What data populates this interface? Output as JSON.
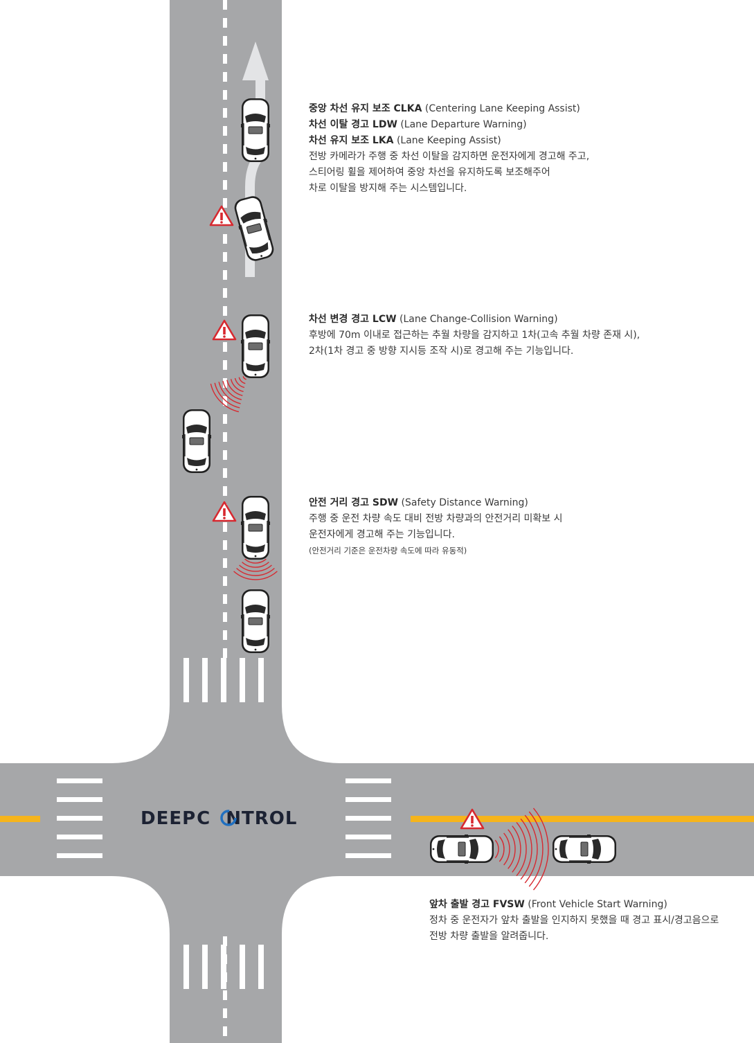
{
  "logo": {
    "part1": "DEEP",
    "part2": "C",
    "part3": "NTROL"
  },
  "features": {
    "lane": {
      "lines": [
        {
          "bold": "중앙 차선 유지 보조 CLKA",
          "normal": " (Centering Lane Keeping Assist)"
        },
        {
          "bold": "차선 이탈 경고 LDW",
          "normal": " (Lane Departure Warning)"
        },
        {
          "bold": "차선 유지 보조 LKA",
          "normal": " (Lane Keeping Assist)"
        }
      ],
      "desc": [
        "전방 카메라가 주행 중 차선 이탈을 감지하면 운전자에게 경고해 주고,",
        "스티어링 휠을 제어하여 중앙 차선을 유지하도록 보조해주어",
        "차로 이탈을 방지해 주는 시스템입니다."
      ]
    },
    "lcw": {
      "bold": "차선 변경 경고 LCW",
      "normal": " (Lane Change-Collision Warning)",
      "desc": [
        "후방에 70m 이내로 접근하는 추월 차량을 감지하고 1차(고속 추월 차량 존재 시),",
        "2차(1차 경고 중 방향 지시등 조작 시)로 경고해 주는 기능입니다."
      ]
    },
    "sdw": {
      "bold": "안전 거리 경고 SDW",
      "normal": " (Safety Distance Warning)",
      "desc": [
        "주행 중 운전 차량 속도 대비 전방 차량과의 안전거리 미확보 시",
        "운전자에게 경고해 주는 기능입니다."
      ],
      "note": "(안전거리 기준은 운전차량 속도에 따라 유동적)"
    },
    "fvsw": {
      "bold": "앞차 출발 경고 FVSW",
      "normal": " (Front Vehicle Start Warning)",
      "desc": [
        "정차 중 운전자가 앞차 출발을 인지하지 못했을 때 경고 표시/경고음으로",
        "전방 차량 출발을 알려줍니다."
      ]
    }
  },
  "colors": {
    "road": "#a6a7a9",
    "center_line": "#f5b41c",
    "warning": "#d7282f",
    "logo_dark": "#1c2233",
    "logo_blue": "#1f6fc0",
    "text": "#3a3a3a"
  },
  "icons": [
    "warning-triangle-icon",
    "car-icon",
    "arrow-up-icon",
    "radar-wave-icon"
  ]
}
